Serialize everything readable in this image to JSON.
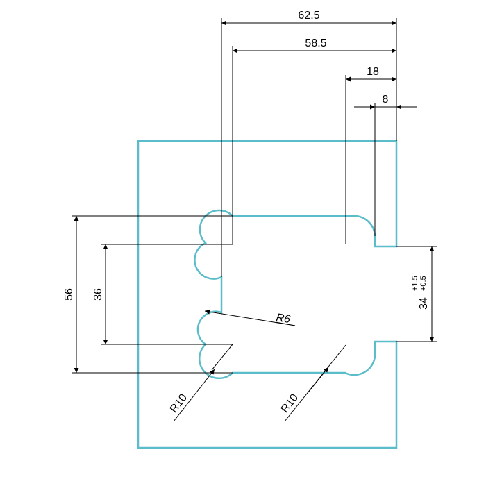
{
  "colors": {
    "part_outline": "#5bbdc9",
    "dimension": "#000000",
    "background": "#ffffff"
  },
  "dimensions": {
    "width_overall": "62.5",
    "width_inner": "58.5",
    "width_18": "18",
    "width_8": "8",
    "height_56": "56",
    "height_36": "36",
    "slot_height": "34",
    "slot_tol_upper": "+1.5",
    "slot_tol_lower": "+0.5",
    "radius_small": "R6",
    "radius_left": "R10",
    "radius_right": "R10"
  }
}
